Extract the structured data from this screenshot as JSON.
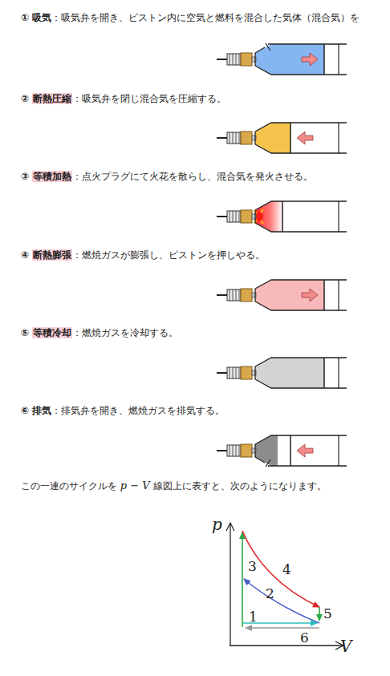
{
  "diagram": {
    "labels": [
      "①",
      "吸気",
      "：吸気弁を開き、ピストン内に空気と燃料を混合した気体（混合気）を",
      "②",
      "断熱圧縮",
      "：吸気弁を閉じ混合気を圧縮する。",
      "③",
      "等積加熱",
      "：点火プラグにて火花を散らし、混合気を発火させる。",
      "④",
      "断熱膨張",
      "：燃焼ガスが膨張し、ピストンを押しやる。",
      "⑤",
      "等積冷却",
      "：燃焼ガスを冷却する。",
      "⑥",
      "排気",
      "：排気弁を開き、燃焼ガスを排気する。",
      "この一連のサイクルを",
      "p − V",
      "線図上に表すと、次のようになります。",
      "p",
      "3",
      "4",
      "2",
      "5",
      "1",
      "6",
      "V"
    ]
  }
}
